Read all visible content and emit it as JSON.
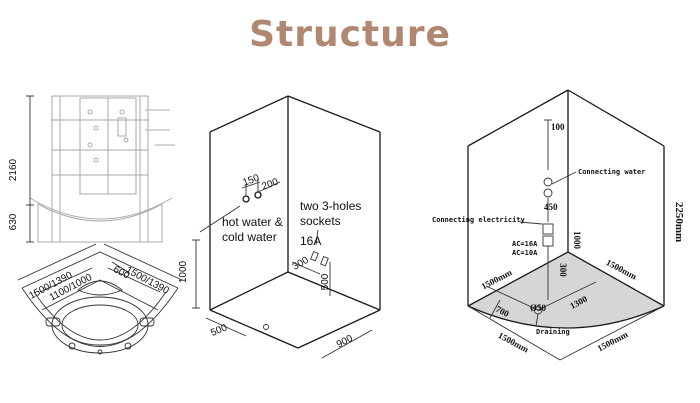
{
  "title": "Structure",
  "side_view": {
    "height_total": "2160",
    "height_base": "630"
  },
  "top_view": {
    "dim_outer_left": "1500/1390",
    "dim_inner_left": "1100/1000",
    "dim_door": "600",
    "dim_outer_right": "1500/1390"
  },
  "middle_diagram": {
    "dim_150": "150",
    "dim_200": "200",
    "label_water_line1": "hot water &",
    "label_water_line2": "cold water",
    "label_sockets_line1": "two 3-holes",
    "label_sockets_line2": "sockets",
    "label_16a": "16A",
    "dim_1000": "1000",
    "dim_300": "300",
    "dim_500_right": "500",
    "dim_500_bottom": "500",
    "dim_900": "900"
  },
  "right_diagram": {
    "dim_100": "100",
    "label_connecting_water": "Connecting water",
    "label_connecting_electricity": "Connecting electricity",
    "dim_450": "450",
    "dim_1000": "1000",
    "label_ac16": "AC=16A",
    "label_ac10": "AC=10A",
    "dim_300": "300",
    "dim_2250": "2250mm",
    "dim_1500_left_top": "1500mm",
    "dim_1500_right_top": "1500mm",
    "dim_50": "Ø50",
    "dim_700": "700",
    "dim_1300": "1300",
    "label_draining": "Draining",
    "dim_1500_left_bottom": "1500mm",
    "dim_1500_right_bottom": "1500mm"
  },
  "colors": {
    "title": "#b08872",
    "floor_fill": "#d6d6d6",
    "ghost_lines": "#a9a9a9"
  }
}
